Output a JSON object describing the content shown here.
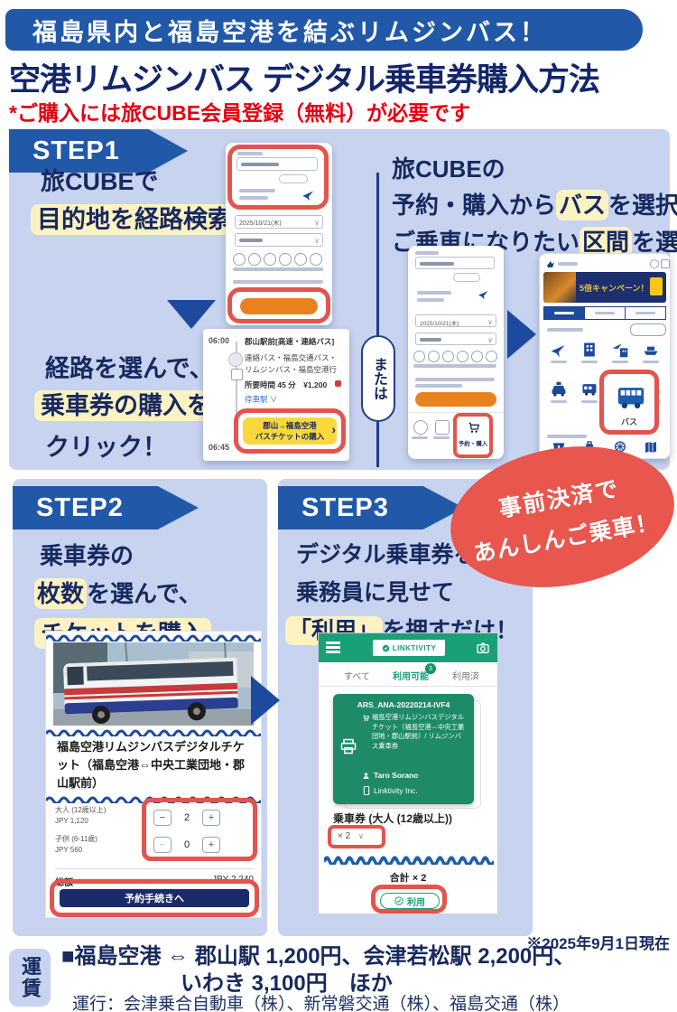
{
  "colors": {
    "accent_blue": "#2159a8",
    "panel_blue": "#c7d3ef",
    "navy": "#17295f",
    "red_badge": "#e8564e",
    "note_red": "#e50012",
    "highlight_yellow": "#fcf2c2",
    "app_green": "#19a078",
    "orange": "#e8821e",
    "buy_yellow": "#f9d83e",
    "dark_button": "#1b2a6b"
  },
  "header": {
    "banner": "福島県内と福島空港を結ぶリムジンバス！",
    "title": "空港リムジンバス デジタル乗車券購入方法",
    "note": "*ご購入には旅CUBE会員登録（無料）が必要です"
  },
  "step1": {
    "label": "STEP1",
    "lead1": "旅CUBEで",
    "lead2": "目的地を経路検索！",
    "left1": "経路を選んで、",
    "left2": "乗車券の購入を",
    "left3": "クリック！",
    "or_label": "または",
    "right1": "旅CUBEの",
    "right2_pre": "予約・購入から",
    "right2_hl": "バス",
    "right2_post": "を選択、",
    "right3_pre": "ご乗車になりたい",
    "right3_hl": "区間",
    "right3_post": "を選択",
    "form_date": "2025/10/21(木)",
    "nav_reserve": "予約・購入",
    "campaign": "5倍キャンペーン！",
    "bus_label": "バス",
    "route": {
      "dep_time": "06:00",
      "arr_time": "06:45",
      "dep_stop": "郡山駅前[高速・連絡バス]",
      "desc": "連絡バス・福島交通バス・リムジンバス・福島空港行",
      "duration": "所要時間 45 分　¥1,200",
      "stops": "停車駅",
      "buy1": "郡山→福島空港",
      "buy2": "バスチケットの購入",
      "chevron": "›"
    }
  },
  "step2": {
    "label": "STEP2",
    "line1": "乗車券の",
    "line2_hl": "枚数",
    "line2_post": "を選んで、",
    "line3": "チケットを購入",
    "ticket": {
      "title": "福島空港リムジンバスデジタルチケット（福島空港⇔中央工業団地・郡山駅前）",
      "adult_label": "大人 (12歳以上)",
      "adult_price": "JPY 1,120",
      "adult_qty": "2",
      "child_label": "子供 (6-11歳)",
      "child_price": "JPY 560",
      "child_qty": "0",
      "minus": "−",
      "plus": "+",
      "total_label": "総額",
      "total_value": "JPY 2,240",
      "submit": "予約手続きへ"
    }
  },
  "step3": {
    "label": "STEP3",
    "line1": "デジタル乗車券を",
    "line2": "乗務員に見せて",
    "line3_hl": "「利用」",
    "line3_post": "を押すだけ！",
    "app": {
      "logo": "LINKTIVITY",
      "tab_all": "すべて",
      "tab_available": "利用可能",
      "tab_used": "利用済",
      "badge": "3",
      "code": "ARS_ANA-20220214-IVF4",
      "desc": "福島空港リムジンバスデジタルチケット（福島空港⇔中央工業団地・郡山駅前）/ リムジンバス乗車券",
      "holder": "Taro Sorano",
      "company": "Linktivity Inc.",
      "ticket_label": "乗車券 (大人 (12歳以上))",
      "qty": "× 2",
      "qty_caret": "∨",
      "total": "合計 × 2",
      "use": "利用"
    }
  },
  "badge": {
    "line1": "事前決済で",
    "line2": "あんしんご乗車！"
  },
  "asof": "※2025年9月1日現在",
  "fare": {
    "box": "運賃",
    "line1": "■福島空港 ⇔ 郡山駅 1,200円、会津若松駅 2,200円、",
    "line2": "いわき 3,100円　ほか",
    "operators": "運行：会津乗合自動車（株）、新常磐交通（株）、福島交通（株）"
  }
}
